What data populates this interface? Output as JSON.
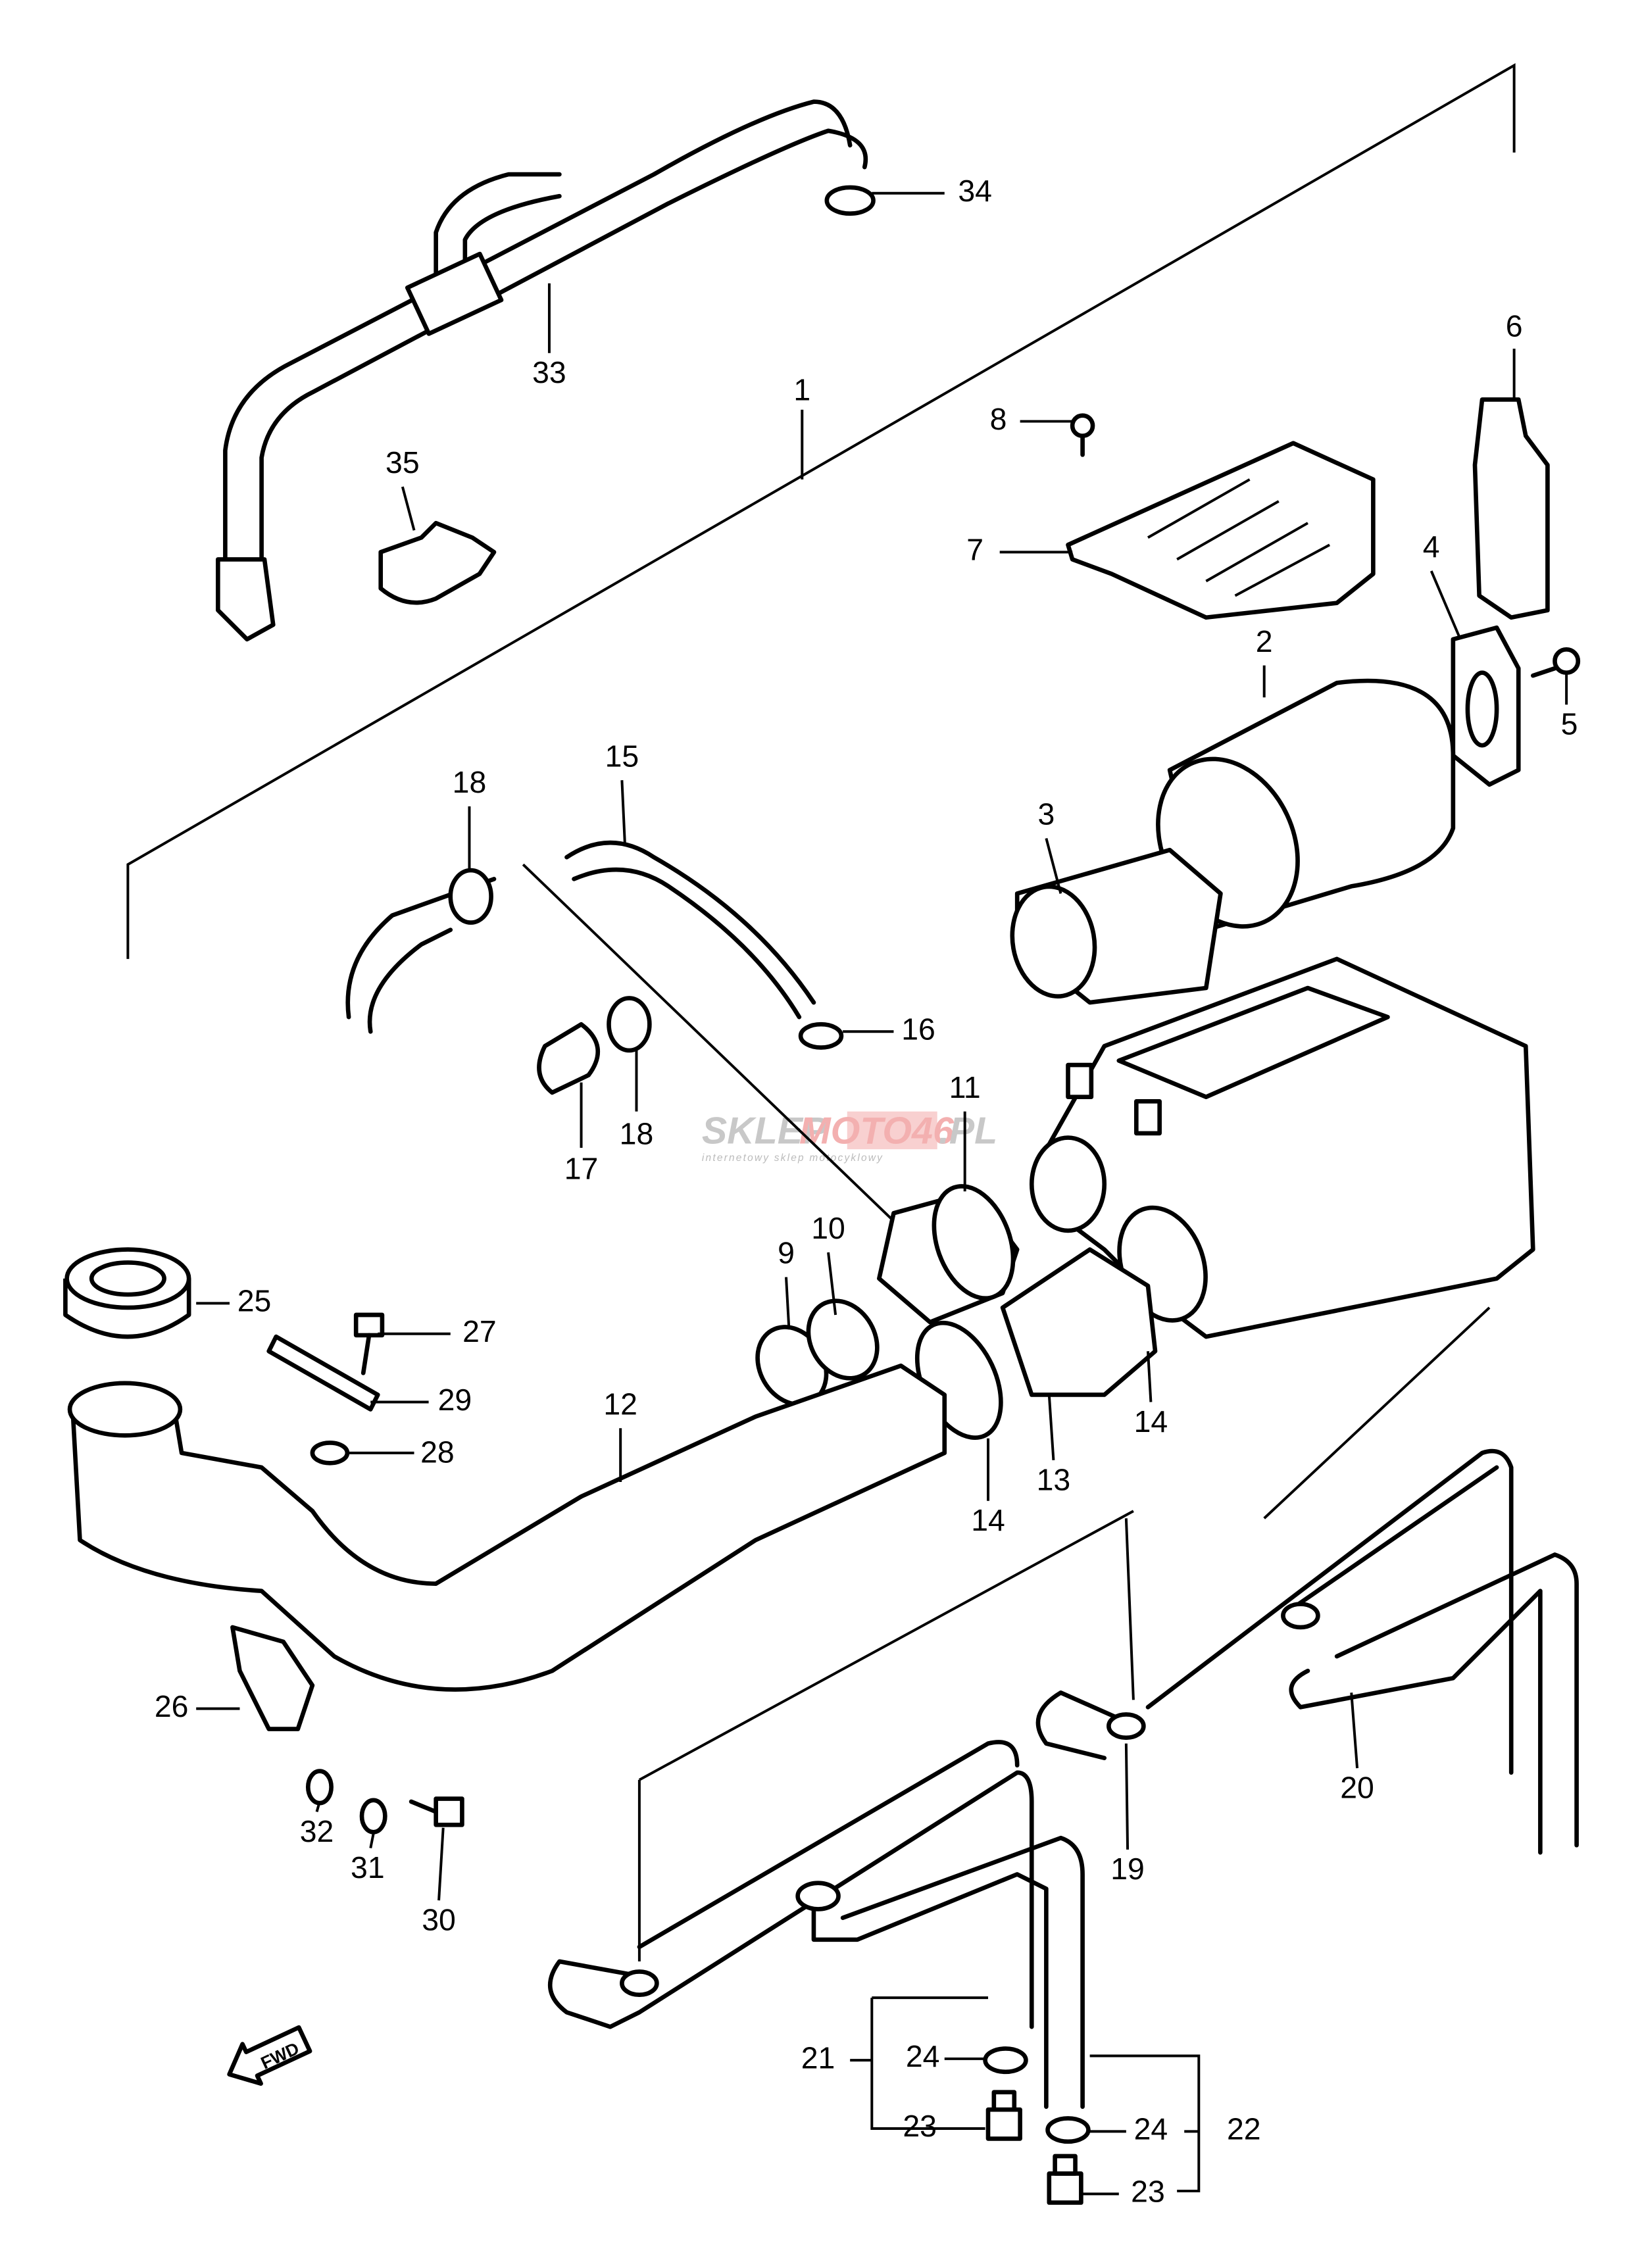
{
  "diagram": {
    "type": "exploded parts diagram",
    "callouts": [
      "34",
      "33",
      "1",
      "35",
      "8",
      "6",
      "7",
      "4",
      "2",
      "5",
      "3",
      "18",
      "15",
      "16",
      "18",
      "17",
      "11",
      "10",
      "9",
      "25",
      "27",
      "29",
      "12",
      "28",
      "14",
      "13",
      "14",
      "26",
      "20",
      "19",
      "32",
      "31",
      "30",
      "21",
      "24",
      "23",
      "24",
      "22",
      "23"
    ],
    "direction_marker": "FWD",
    "watermark": {
      "brand_gray": "SKLEP",
      "brand_red": "MOTO46",
      "suffix": ".PL",
      "tagline": "internetowy sklep motocyklowy"
    },
    "colors": {
      "line": "#000000",
      "background": "#ffffff",
      "watermark_gray": "#c8c8c8",
      "watermark_red": "#f3b0b0"
    }
  }
}
